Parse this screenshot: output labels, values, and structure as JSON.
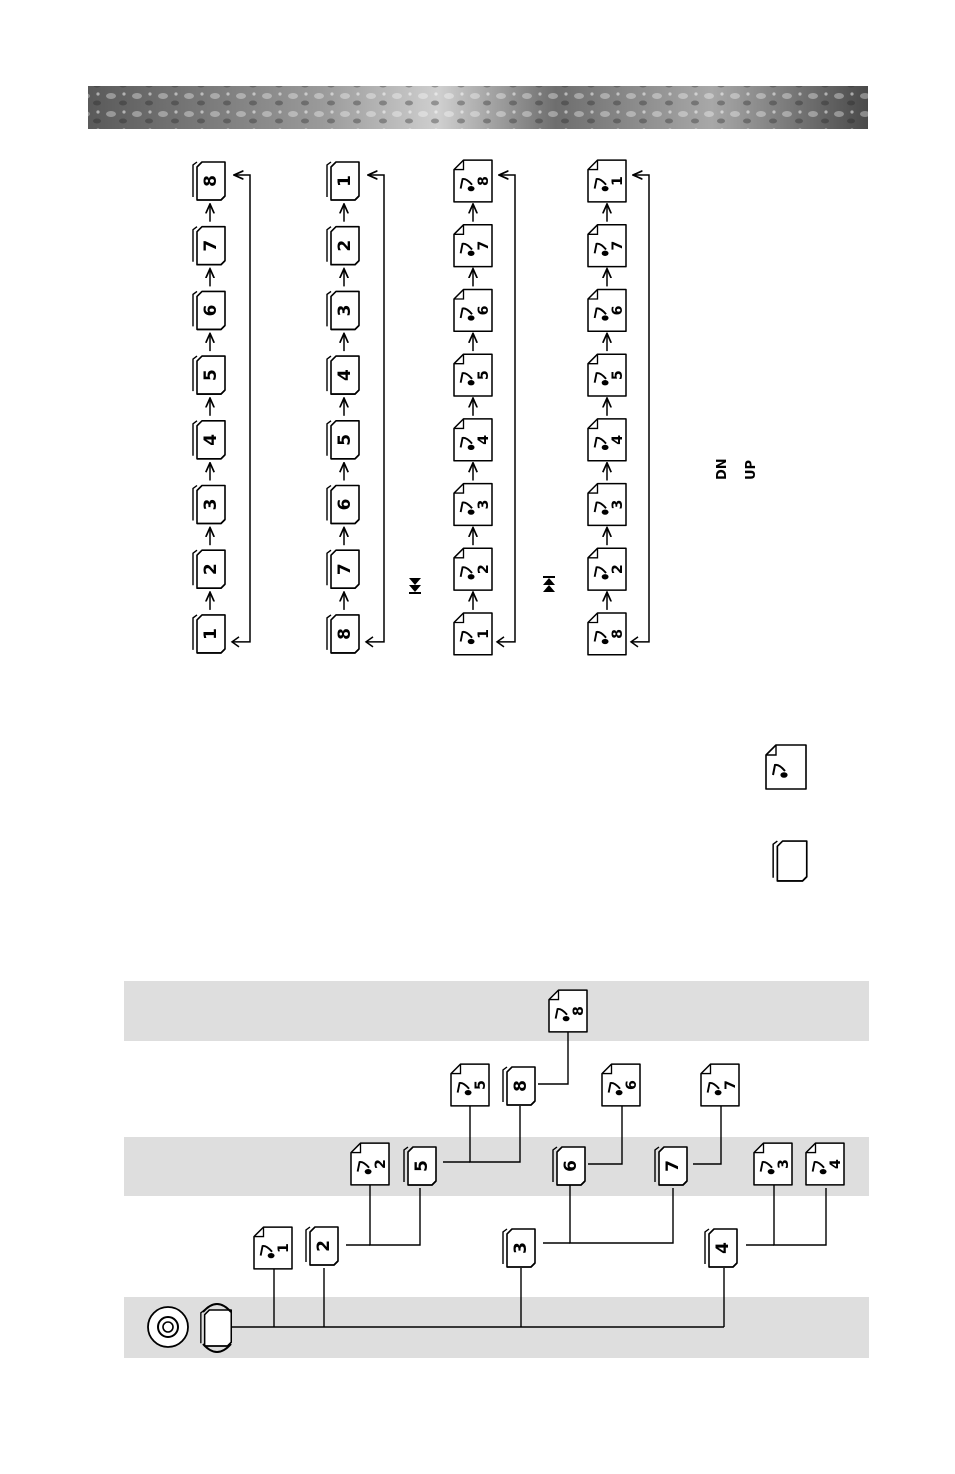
{
  "navigation_sequences": [
    {
      "kind": "folder",
      "labels": [
        "1",
        "2",
        "3",
        "4",
        "5",
        "6",
        "7",
        "8"
      ]
    },
    {
      "kind": "folder",
      "labels": [
        "8",
        "7",
        "6",
        "5",
        "4",
        "3",
        "2",
        "1"
      ]
    },
    {
      "kind": "file",
      "labels": [
        "1",
        "2",
        "3",
        "4",
        "5",
        "6",
        "7",
        "8"
      ],
      "button_icon": "skip-back-icon"
    },
    {
      "kind": "file",
      "labels": [
        "8",
        "2",
        "3",
        "4",
        "5",
        "6",
        "7",
        "1"
      ],
      "button_icon": "skip-forward-icon"
    }
  ],
  "side_keys": {
    "dn": "DN",
    "up": "UP"
  },
  "legend": {
    "file_icon": "music-file-icon",
    "folder_icon": "folder-icon"
  },
  "tree": {
    "disc_icon": "disc-icon",
    "level1": {
      "folders": [
        {
          "label": "2"
        },
        {
          "label": "3"
        },
        {
          "label": "4"
        }
      ],
      "files": [
        {
          "label": "1"
        }
      ]
    },
    "level2": {
      "folders": [
        {
          "label": "5"
        },
        {
          "label": "6"
        },
        {
          "label": "7"
        }
      ],
      "files": [
        {
          "label": "2"
        },
        {
          "label": "3"
        },
        {
          "label": "4"
        }
      ]
    },
    "level3": {
      "folders": [
        {
          "label": "8"
        }
      ],
      "files": [
        {
          "label": "5"
        },
        {
          "label": "6"
        },
        {
          "label": "7"
        }
      ]
    },
    "level4": {
      "files": [
        {
          "label": "8"
        }
      ]
    }
  }
}
